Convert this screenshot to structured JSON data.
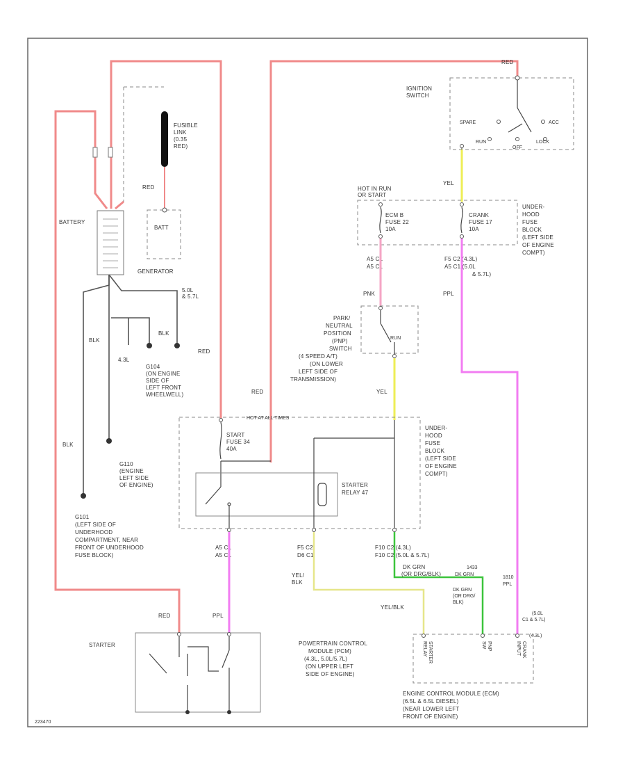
{
  "labels": {
    "battery": "BATTERY",
    "generator": "GENERATOR",
    "battterm": "BATT",
    "fusible": "FUSIBLE\nLINK\n(0.35\nRED)",
    "red_gen": "RED",
    "red_mid": "RED",
    "red_left": "RED",
    "red_top": "RED",
    "red_starter": "RED",
    "blk1": "BLK",
    "blk2": "BLK",
    "blk3": "BLK",
    "v43": "4.3L",
    "v50": "5.0L\n& 5.7L",
    "g104": "G104\n(ON ENGINE\nSIDE OF\nLEFT FRONT\nWHEELWELL)",
    "g110": "G110\n(ENGINE\nLEFT SIDE\nOF ENGINE)",
    "g101": "G101\n(LEFT SIDE OF\nUNDERHOOD\nCOMPARTMENT, NEAR\nFRONT OF UNDERHOOD\nFUSE BLOCK)",
    "ignition": "IGNITION\nSWITCH",
    "spare": "SPARE",
    "acc": "ACC",
    "run": "RUN",
    "lock": "LOCK",
    "off": "OFF",
    "yel_top": "YEL",
    "hot": "HOT IN RUN\nOR START",
    "ecm_fuse": "ECM B\nFUSE 22\n10A",
    "crank_fuse": "CRANK\nFUSE 17\n10A",
    "uh_fuse_top": "UNDER-\nHOOD\nFUSE\nBLOCK\n(LEFT SIDE\nOF ENGINE\nCOMPT)",
    "c_left": "A5    C1\nA5    C1",
    "c_right": "F5    C2 (4.3L)\nA5    C1 (5.0L\n          & 5.7L)",
    "pnk": "PNK",
    "ppl_right": "PPL",
    "pnp": "PARK/\nNEUTRAL\nPOSITION\n(PNP)\nSWITCH\n(4 SPEED A/T)\n(ON LOWER\nLEFT SIDE OF\nTRANSMISSION)",
    "run_sw": "RUN",
    "yel_mid": "YEL",
    "hot_top": "HOT AT ALL TIMES",
    "uh_fuse_mid": "UNDER-\nHOOD\nFUSE\nBLOCK\n(LEFT SIDE\nOF ENGINE\nCOMPT)",
    "start_fuse": "START\nFUSE 34\n40A",
    "relay": "STARTER\nRELAY 47",
    "conn1": "A5    C1\nA5    C1",
    "conn2": "F5    C2\nD6    C1",
    "conn3": "F10   C2 (4.3L)\nF10   C2 (5.0L & 5.7L)",
    "ylblk": "YEL/\nBLK",
    "dkgrn": "DK GRN\n(OR DRG/BLK)",
    "n22": "1433\nDK GRN",
    "dkgrn2": "DK GRN\n(OR DRG/\nBLK)",
    "ppl_b": "1810\nPPL",
    "ylblk2": "YEL/BLK",
    "v43b": "(5.0L\nC1 & 5.7L)",
    "v43c": "(4.3L)",
    "starter": "STARTER",
    "ppl_starter": "PPL",
    "pcm": "POWERTRAIN CONTROL\nMODULE (PCM)\n(4.3L, 5.0L/5.7L)\n(ON UPPER LEFT\nSIDE OF ENGINE)",
    "ecm": "ENGINE CONTROL MODULE (ECM)\n(6.5L & 6.5L DIESEL)\n(NEAR LOWER LEFT\nFRONT OF ENGINE)",
    "pcm_pins": [
      "STARTER\nRELAY",
      "PNP\nSW",
      "CRANK\nINPUT"
    ],
    "footer": "223470"
  }
}
